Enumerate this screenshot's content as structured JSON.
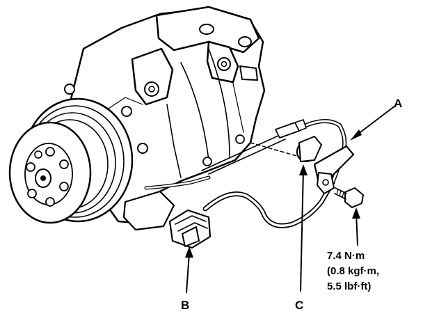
{
  "callouts": {
    "a": "A",
    "b": "B",
    "c": "C"
  },
  "torque_spec": {
    "line1": "7.4 N·m",
    "line2": "(0.8 kgf·m,",
    "line3": "5.5 lbf·ft)"
  },
  "colors": {
    "ink": "#000000",
    "background": "#ffffff"
  }
}
